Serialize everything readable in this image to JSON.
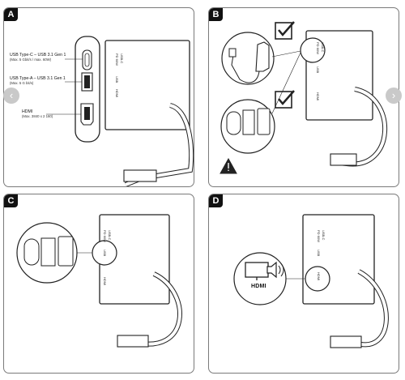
{
  "panels": {
    "a": {
      "letter": "A",
      "usb_c_label": "USB Type-C – USB 3.1 Gen 1",
      "usb_c_sub": "(Max. 5 Gbit/s / max. 60W)",
      "usb_a_label": "USB Type-A – USB 3.1 Gen 1",
      "usb_a_sub": "(Max. 5 G bit/s)",
      "hdmi_label": "HDMI",
      "hdmi_sub": "(Max. 3840 x 2 160)",
      "device_text_1": "USB-C",
      "device_text_2": "PD 60W",
      "device_text_3": "USB",
      "device_text_4": "HDMI"
    },
    "b": {
      "letter": "B",
      "device_text_1": "USB-C",
      "device_text_2": "PD 60W",
      "device_text_3": "USB",
      "device_text_4": "HDMI"
    },
    "c": {
      "letter": "C",
      "device_text_1": "USB-C",
      "device_text_2": "PD 60W",
      "device_text_3": "USB",
      "device_text_4": "HDMI"
    },
    "d": {
      "letter": "D",
      "hdmi_caption": "HDMI",
      "device_text_1": "USB-C",
      "device_text_2": "PD 60W",
      "device_text_3": "USB",
      "device_text_4": "HDMI"
    }
  },
  "nav": {
    "prev_glyph": "‹",
    "next_glyph": "›"
  },
  "colors": {
    "line": "#222222",
    "panel_border": "#7a7a7a",
    "nav_bg": "#c9c9c9"
  }
}
